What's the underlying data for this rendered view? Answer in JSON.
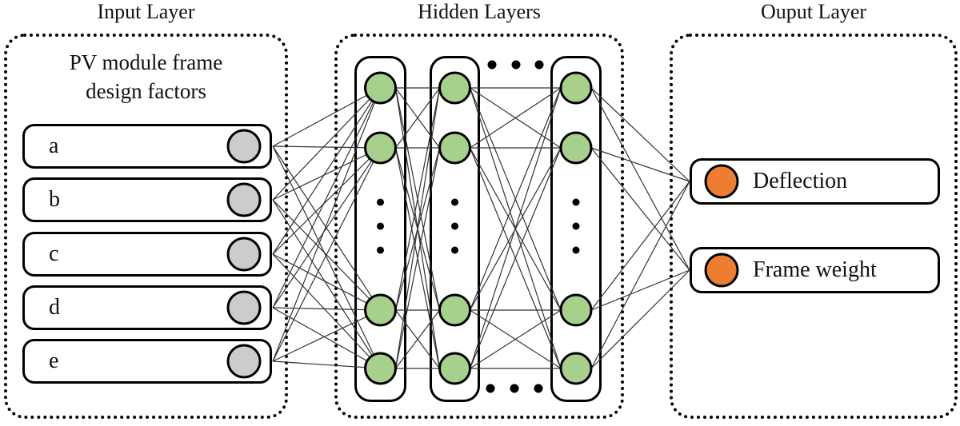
{
  "diagram": {
    "input_layer": {
      "title": "Input Layer",
      "description": [
        "PV module frame",
        "design factors"
      ],
      "items": [
        {
          "label": "a"
        },
        {
          "label": "b"
        },
        {
          "label": "c"
        },
        {
          "label": "d"
        },
        {
          "label": "e"
        }
      ],
      "node_color": "#cccccc",
      "node_border": "#000000"
    },
    "hidden_layers": {
      "title": "Hidden Layers",
      "visible_columns": 3,
      "visible_nodes_per_column": 4,
      "node_color": "#a8d08d",
      "node_border": "#000000",
      "has_node_ellipsis": true,
      "has_column_ellipsis": true
    },
    "output_layer": {
      "title": "Ouput Layer",
      "items": [
        {
          "label": "Deflection"
        },
        {
          "label": "Frame weight"
        }
      ],
      "node_color": "#ed7d31",
      "node_border": "#000000"
    },
    "line_color": "#333333",
    "dot_color": "#000000"
  }
}
